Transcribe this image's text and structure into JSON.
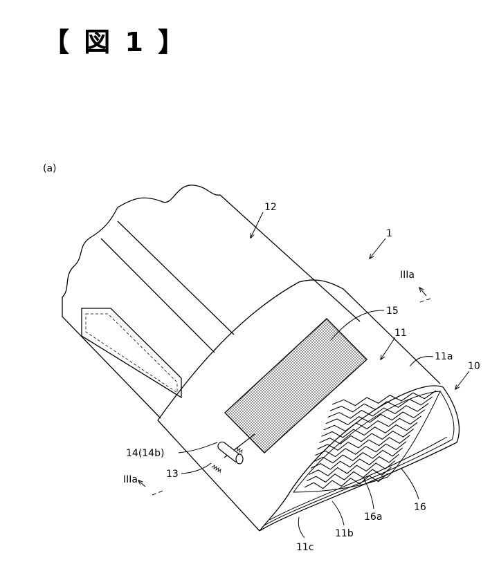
{
  "figure": {
    "title": "【 図 1 】",
    "view_label": "(a)"
  },
  "labels": {
    "device": "1",
    "main_body": "10",
    "cuff": "11",
    "cuff_surface": "11a",
    "cuff_inner": "11b",
    "cuff_edge": "11c",
    "sleeve": "12",
    "fastener": "13",
    "fastener_detail": "14(14b)",
    "patch": "15",
    "liner": "16",
    "liner_wave": "16a",
    "section_top": "IIIa",
    "section_bottom": "IIIa"
  },
  "colors": {
    "line": "#000000",
    "background": "#ffffff"
  }
}
